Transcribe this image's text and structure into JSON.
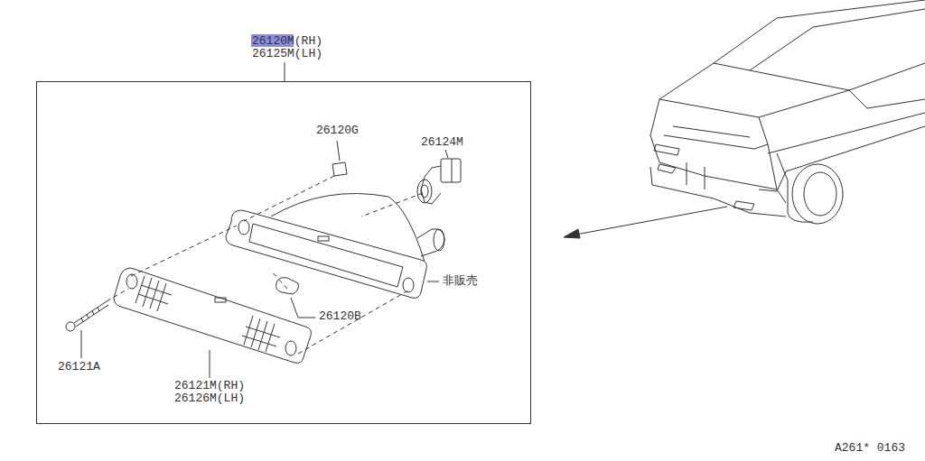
{
  "diagram": {
    "nodes": [
      {
        "text": [
          "26120M(RH) 26125M(LH)"
        ]
      }
    ],
    "labels": [
      "26120G",
      "26124M",
      "非販売",
      "26120B",
      "26121A",
      "26121M(RH) 26126M(LH)",
      "A261* 0163"
    ]
  }
}
